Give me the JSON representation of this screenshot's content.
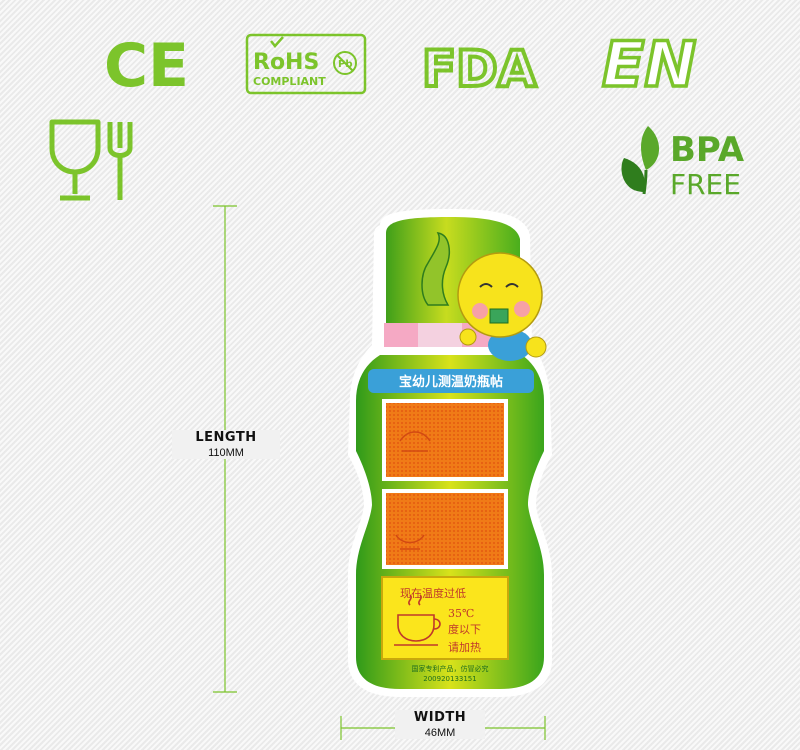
{
  "certifications": {
    "ce": "CE",
    "rohs_main": "RoHS",
    "rohs_sub": "COMPLIANT",
    "rohs_pb": "Pb",
    "fda": "FDA",
    "en": "EN",
    "bpa_main": "BPA",
    "bpa_sub": "FREE"
  },
  "icons": [
    "ce-mark-icon",
    "rohs-badge-icon",
    "pb-free-icon",
    "fda-logo-icon",
    "en-mark-icon",
    "food-safe-icon",
    "bpa-leaf-icon"
  ],
  "colors": {
    "brand_green": "#7cc42b",
    "bottle_green": "#3fa61a",
    "panel_orange": "#f28c1b"
  },
  "dimensions": {
    "length_title": "LENGTH",
    "length_value": "110MM",
    "width_title": "WIDTH",
    "width_value": "46MM"
  },
  "product": {
    "header": "宝幼儿测温奶瓶帖",
    "panel3_line1": "现在温度过低",
    "panel3_temp": "35℃",
    "panel3_line2": "度以下",
    "panel3_line3": "请加热",
    "footer_line1": "国家专利产品，仿冒必究",
    "footer_line2": "200920133151"
  }
}
